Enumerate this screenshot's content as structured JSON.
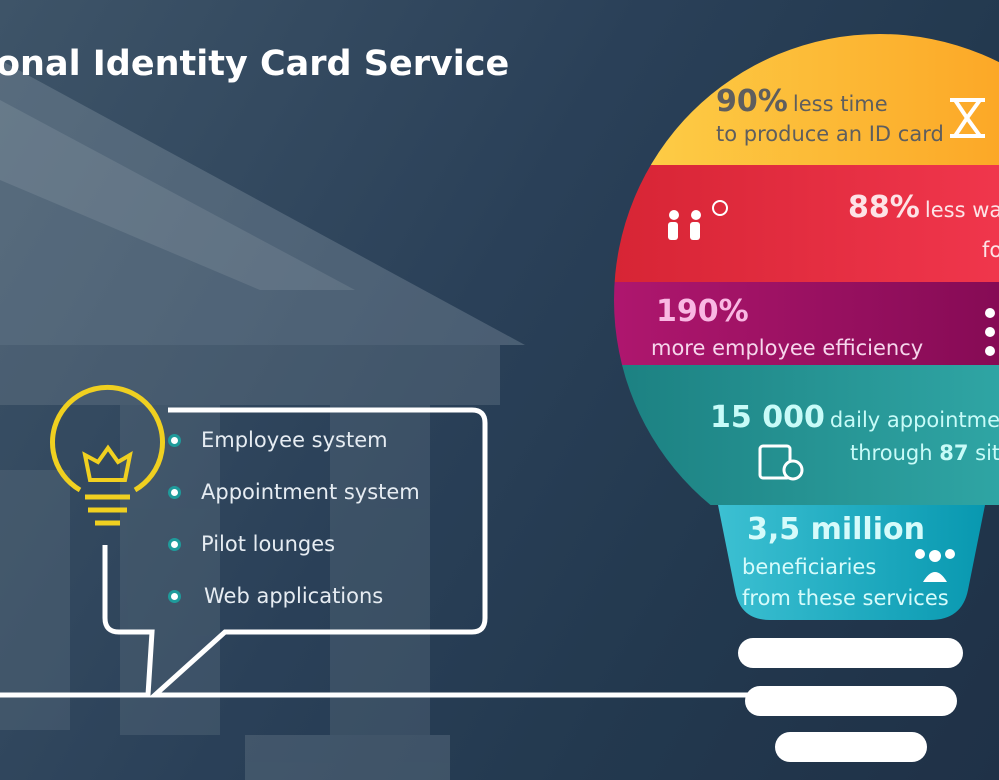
{
  "title": "onal Identity Card Service",
  "features": [
    "Employee system",
    "Appointment system",
    "Pilot lounges",
    "Web applications"
  ],
  "stats": [
    {
      "value": "90%",
      "text1": "less time",
      "text2": "to produce an ID card",
      "icon": "hourglass-icon",
      "color": "#fbc33a"
    },
    {
      "value": "88%",
      "text1": "less wa",
      "text2": "fo",
      "icon": "waiting-people-icon",
      "color": "#e12c3e"
    },
    {
      "value": "190%",
      "text1": "more employee efficiency",
      "icon": "employees-icon",
      "color": "#9c1466"
    },
    {
      "value": "15 000",
      "text1": "daily appointment",
      "text2a": "through",
      "text2b": "87",
      "text2c": "site",
      "icon": "calendar-clock-icon",
      "color": "#1f8e8c"
    },
    {
      "value": "3,5 million",
      "text1": "beneficiaries",
      "text2": "from these services",
      "icon": "crowd-icon",
      "color": "#26b4c9"
    }
  ]
}
